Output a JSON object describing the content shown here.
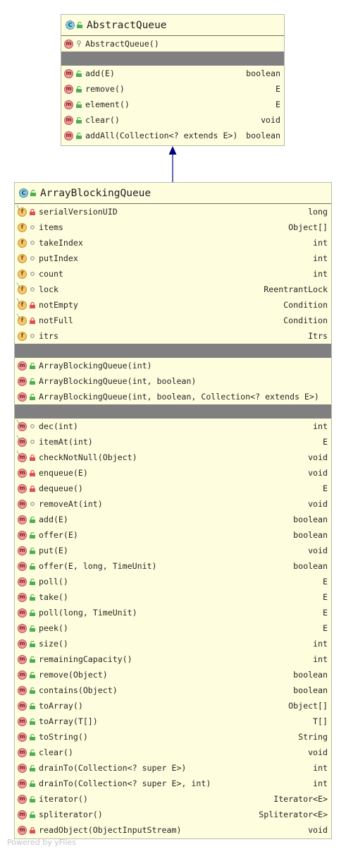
{
  "abstract_queue": {
    "name": "AbstractQueue",
    "class_icon": "abstract-class-icon",
    "constructors": [
      {
        "signature": "AbstractQueue()",
        "access": "protected"
      }
    ],
    "methods": [
      {
        "signature": "add(E)",
        "type": "boolean",
        "access": "public"
      },
      {
        "signature": "remove()",
        "type": "E",
        "access": "public"
      },
      {
        "signature": "element()",
        "type": "E",
        "access": "public"
      },
      {
        "signature": "clear()",
        "type": "void",
        "access": "public"
      },
      {
        "signature": "addAll(Collection<? extends E>)",
        "type": "boolean",
        "access": "public"
      }
    ]
  },
  "array_blocking_queue": {
    "name": "ArrayBlockingQueue",
    "class_icon": "class-icon",
    "fields": [
      {
        "signature": "serialVersionUID",
        "type": "long",
        "access": "private",
        "static": true
      },
      {
        "signature": "items",
        "type": "Object[]",
        "access": "package",
        "static": false
      },
      {
        "signature": "takeIndex",
        "type": "int",
        "access": "package",
        "static": false
      },
      {
        "signature": "putIndex",
        "type": "int",
        "access": "package",
        "static": false
      },
      {
        "signature": "count",
        "type": "int",
        "access": "package",
        "static": false
      },
      {
        "signature": "lock",
        "type": "ReentrantLock",
        "access": "package",
        "static": true
      },
      {
        "signature": "notEmpty",
        "type": "Condition",
        "access": "private",
        "static": true
      },
      {
        "signature": "notFull",
        "type": "Condition",
        "access": "private",
        "static": true
      },
      {
        "signature": "itrs",
        "type": "Itrs",
        "access": "package",
        "static": false
      }
    ],
    "constructors": [
      {
        "signature": "ArrayBlockingQueue(int)",
        "access": "public"
      },
      {
        "signature": "ArrayBlockingQueue(int, boolean)",
        "access": "public"
      },
      {
        "signature": "ArrayBlockingQueue(int, boolean, Collection<? extends E>)",
        "access": "public"
      }
    ],
    "methods": [
      {
        "signature": "dec(int)",
        "type": "int",
        "access": "package",
        "static": true
      },
      {
        "signature": "itemAt(int)",
        "type": "E",
        "access": "package",
        "static": true
      },
      {
        "signature": "checkNotNull(Object)",
        "type": "void",
        "access": "private",
        "static": true
      },
      {
        "signature": "enqueue(E)",
        "type": "void",
        "access": "private",
        "static": false
      },
      {
        "signature": "dequeue()",
        "type": "E",
        "access": "private",
        "static": false
      },
      {
        "signature": "removeAt(int)",
        "type": "void",
        "access": "package",
        "static": false
      },
      {
        "signature": "add(E)",
        "type": "boolean",
        "access": "public",
        "static": false
      },
      {
        "signature": "offer(E)",
        "type": "boolean",
        "access": "public",
        "static": false
      },
      {
        "signature": "put(E)",
        "type": "void",
        "access": "public",
        "static": false
      },
      {
        "signature": "offer(E, long, TimeUnit)",
        "type": "boolean",
        "access": "public",
        "static": false
      },
      {
        "signature": "poll()",
        "type": "E",
        "access": "public",
        "static": false
      },
      {
        "signature": "take()",
        "type": "E",
        "access": "public",
        "static": false
      },
      {
        "signature": "poll(long, TimeUnit)",
        "type": "E",
        "access": "public",
        "static": false
      },
      {
        "signature": "peek()",
        "type": "E",
        "access": "public",
        "static": false
      },
      {
        "signature": "size()",
        "type": "int",
        "access": "public",
        "static": false
      },
      {
        "signature": "remainingCapacity()",
        "type": "int",
        "access": "public",
        "static": false
      },
      {
        "signature": "remove(Object)",
        "type": "boolean",
        "access": "public",
        "static": false
      },
      {
        "signature": "contains(Object)",
        "type": "boolean",
        "access": "public",
        "static": false
      },
      {
        "signature": "toArray()",
        "type": "Object[]",
        "access": "public",
        "static": false
      },
      {
        "signature": "toArray(T[])",
        "type": "T[]",
        "access": "public",
        "static": false
      },
      {
        "signature": "toString()",
        "type": "String",
        "access": "public",
        "static": false
      },
      {
        "signature": "clear()",
        "type": "void",
        "access": "public",
        "static": false
      },
      {
        "signature": "drainTo(Collection<? super E>)",
        "type": "int",
        "access": "public",
        "static": false
      },
      {
        "signature": "drainTo(Collection<? super E>, int)",
        "type": "int",
        "access": "public",
        "static": false
      },
      {
        "signature": "iterator()",
        "type": "Iterator<E>",
        "access": "public",
        "static": false
      },
      {
        "signature": "spliterator()",
        "type": "Spliterator<E>",
        "access": "public",
        "static": false
      },
      {
        "signature": "readObject(ObjectInputStream)",
        "type": "void",
        "access": "private",
        "static": false
      }
    ]
  },
  "relationship": {
    "kind": "extends",
    "from": "ArrayBlockingQueue",
    "to": "AbstractQueue",
    "color": "#000080"
  },
  "footer": {
    "text": "Powered by yFiles"
  },
  "colors": {
    "box_fill": "#fefede",
    "separator": "#808080",
    "method_badge": "#ef9a9a",
    "field_badge": "#f7c66c",
    "class_badge": "#8cc8dc",
    "public_access": "#4caf50",
    "private_access": "#e05050"
  }
}
